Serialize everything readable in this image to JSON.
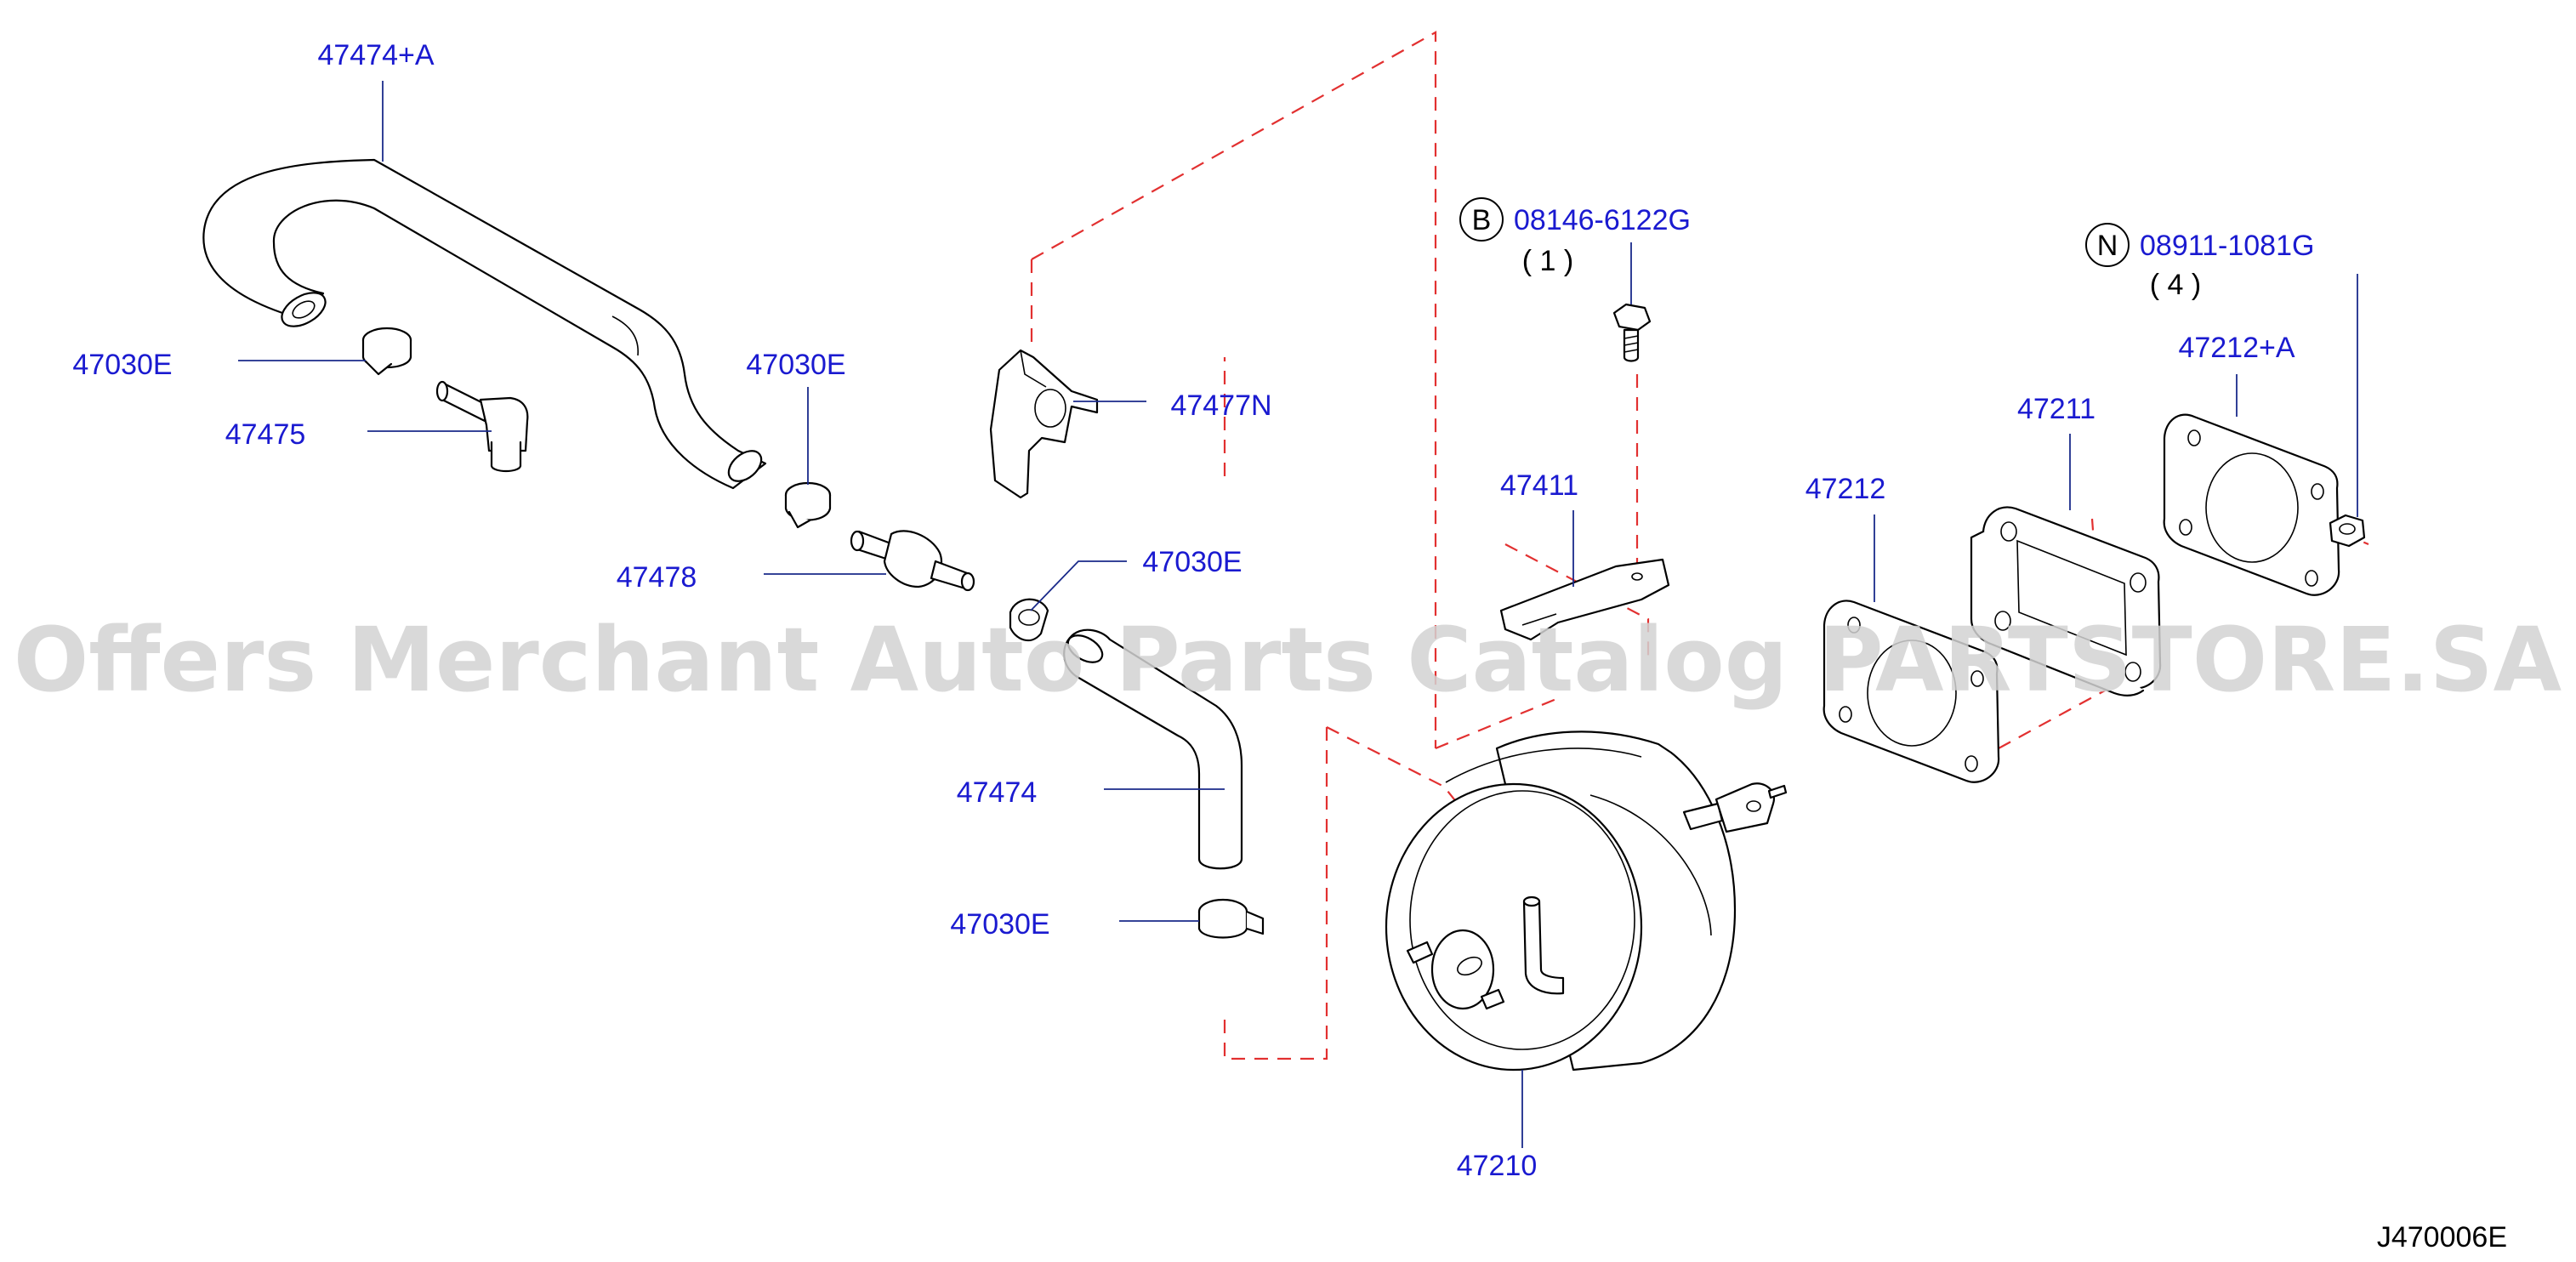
{
  "watermark": "Offers Merchant Auto Parts Catalog PARTSTORE.SA",
  "diagram_code": "J470006E",
  "colors": {
    "label": "#1a1ad0",
    "leader": "#1a2a8a",
    "dash": "#e23030",
    "watermark": "#d2d2d2"
  },
  "callouts": [
    {
      "id": "c1",
      "part_no": "47474+A"
    },
    {
      "id": "c2",
      "part_no": "47030E"
    },
    {
      "id": "c3",
      "part_no": "47475"
    },
    {
      "id": "c4",
      "part_no": "47030E"
    },
    {
      "id": "c5",
      "part_no": "47477N"
    },
    {
      "id": "c6",
      "part_no": "47478"
    },
    {
      "id": "c7",
      "part_no": "47030E"
    },
    {
      "id": "c8",
      "part_no": "47474"
    },
    {
      "id": "c9",
      "part_no": "47030E"
    },
    {
      "id": "c10",
      "part_no": "47210"
    },
    {
      "id": "c11",
      "part_no": "47411"
    },
    {
      "id": "c12",
      "part_no": "47212"
    },
    {
      "id": "c13",
      "part_no": "47211"
    },
    {
      "id": "c14",
      "part_no": "47212+A"
    }
  ],
  "fasteners": [
    {
      "id": "f1",
      "symbol": "B",
      "part_no": "08146-6122G",
      "qty": "( 1 )"
    },
    {
      "id": "f2",
      "symbol": "N",
      "part_no": "08911-1081G",
      "qty": "( 4 )"
    }
  ]
}
